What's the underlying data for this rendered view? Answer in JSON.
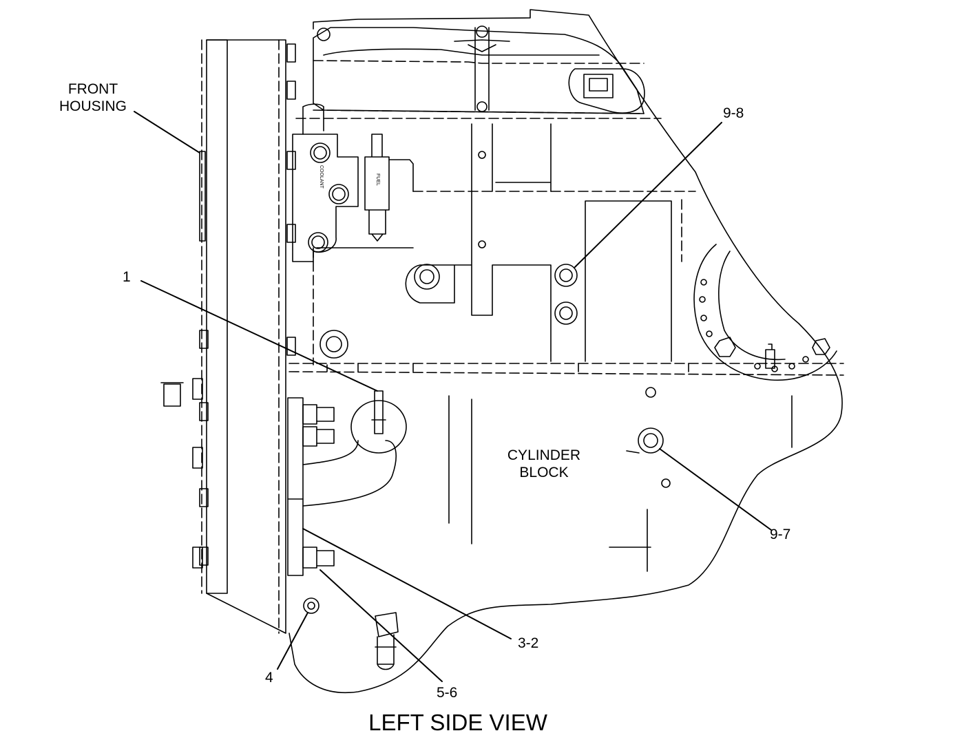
{
  "diagram": {
    "view_title": "LEFT SIDE VIEW",
    "region_labels": {
      "front_housing_line1": "FRONT",
      "front_housing_line2": "HOUSING",
      "cylinder_block_line1": "CYLINDER",
      "cylinder_block_line2": "BLOCK"
    },
    "callouts": {
      "c1": "1",
      "c98": "9-8",
      "c97": "9-7",
      "c32": "3-2",
      "c4": "4",
      "c56": "5-6"
    },
    "port_labels": {
      "coolant": "COOLANT",
      "fuel": "FUEL"
    }
  }
}
